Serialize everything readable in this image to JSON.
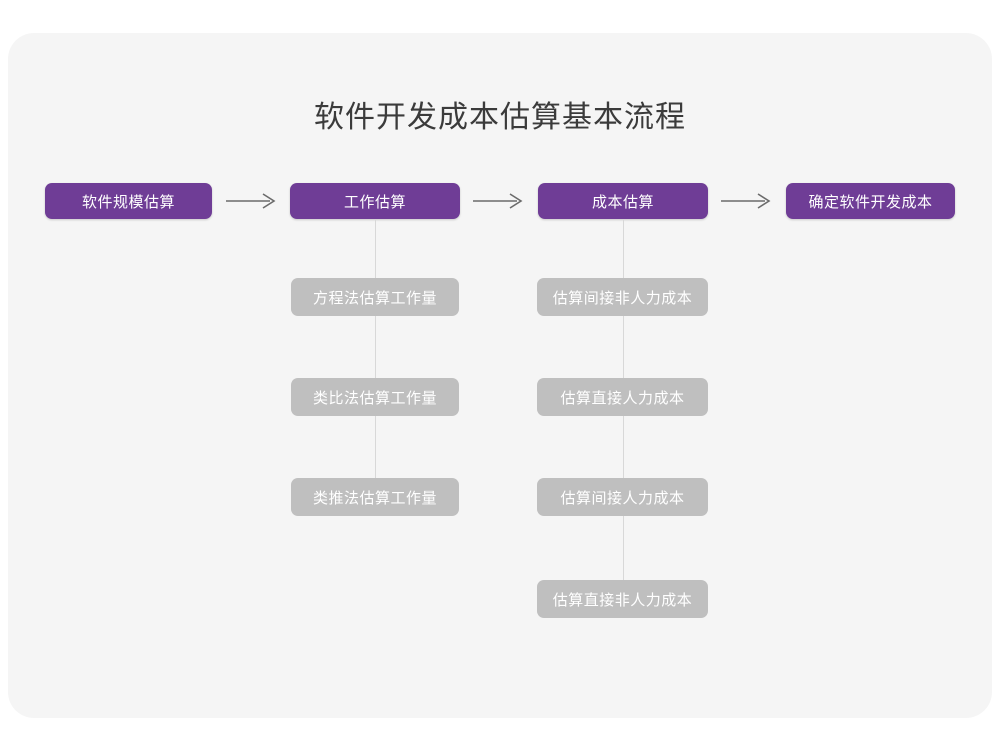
{
  "page": {
    "title": "软件开发成本估算基本流程",
    "background_color": "#ffffff",
    "card_color": "#f5f5f5",
    "primary_color": "#6f3d96",
    "secondary_color": "#bfbfbf",
    "connector_color": "#d8d8d8"
  },
  "diagram": {
    "type": "flowchart",
    "stages": [
      {
        "id": "stage-1",
        "label": "软件规模估算",
        "sub_items": []
      },
      {
        "id": "stage-2",
        "label": "工作估算",
        "sub_items": [
          {
            "label": "方程法估算工作量"
          },
          {
            "label": "类比法估算工作量"
          },
          {
            "label": "类推法估算工作量"
          }
        ]
      },
      {
        "id": "stage-3",
        "label": "成本估算",
        "sub_items": [
          {
            "label": "估算间接非人力成本"
          },
          {
            "label": "估算直接人力成本"
          },
          {
            "label": "估算间接人力成本"
          },
          {
            "label": "估算直接非人力成本"
          }
        ]
      },
      {
        "id": "stage-4",
        "label": "确定软件开发成本",
        "sub_items": []
      }
    ],
    "arrows": [
      {
        "from": "stage-1",
        "to": "stage-2",
        "glyph": "arrow-right"
      },
      {
        "from": "stage-2",
        "to": "stage-3",
        "glyph": "arrow-right"
      },
      {
        "from": "stage-3",
        "to": "stage-4",
        "glyph": "arrow-right"
      }
    ]
  }
}
